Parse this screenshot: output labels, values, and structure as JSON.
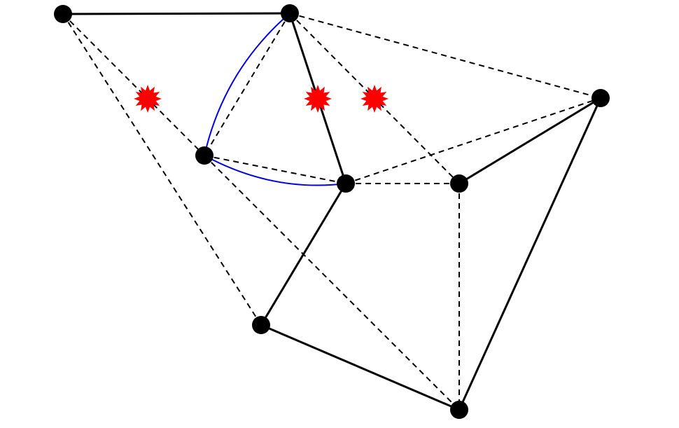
{
  "diagram": {
    "colors": {
      "vertex": "#000000",
      "solid_edge": "#000000",
      "dashed_edge": "#000000",
      "curved_edge": "#0000ee",
      "marker": "#ff0000"
    },
    "vertices": [
      "v1",
      "v2",
      "v3",
      "v4",
      "v5",
      "v6",
      "v7",
      "v8"
    ],
    "solid_edges": [
      [
        "v1",
        "v2"
      ],
      [
        "v2",
        "v4"
      ],
      [
        "v4",
        "v7"
      ],
      [
        "v7",
        "v8"
      ],
      [
        "v8",
        "v5"
      ],
      [
        "v5",
        "v6"
      ]
    ],
    "dashed_edges": [
      [
        "v1",
        "v3"
      ],
      [
        "v1",
        "v7"
      ],
      [
        "v2",
        "v3"
      ],
      [
        "v2",
        "v5"
      ],
      [
        "v2",
        "v6"
      ],
      [
        "v3",
        "v4"
      ],
      [
        "v3",
        "v8"
      ],
      [
        "v4",
        "v5"
      ],
      [
        "v4",
        "v6"
      ],
      [
        "v6",
        "v8"
      ]
    ],
    "curved_edges": [
      [
        "v2",
        "v3"
      ],
      [
        "v3",
        "v4"
      ]
    ],
    "marker_icon": "red-star-burst-icon",
    "marker_count": 3
  }
}
